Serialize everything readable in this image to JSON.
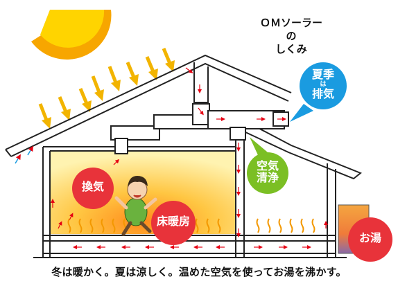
{
  "title": {
    "line1": "ＯＭソーラー",
    "line2": "の",
    "line3": "しくみ"
  },
  "labels": {
    "summer_exhaust_top": "夏季",
    "summer_exhaust_small": "は",
    "summer_exhaust_bottom": "排気",
    "air_clean_top": "空気",
    "air_clean_bottom": "清浄",
    "ventilation": "換気",
    "floor_heating": "床暖房",
    "hot_water": "お湯"
  },
  "caption": "冬は暖かく。夏は涼しく。温めた空気を使ってお湯を沸かす。",
  "colors": {
    "sun_outer": "#f7a600",
    "sun_inner": "#ffd400",
    "solar_ray": "#f2b400",
    "summer_exhaust_bubble": "#1a9be0",
    "air_clean_bubble": "#7bbf24",
    "room_bubble": "#e8333a",
    "airflow_arrow": "#e60012",
    "house_line": "#222222"
  },
  "icons": {
    "sun": "sun-icon",
    "child": "child-icon",
    "tank": "hot-water-tank-icon"
  }
}
